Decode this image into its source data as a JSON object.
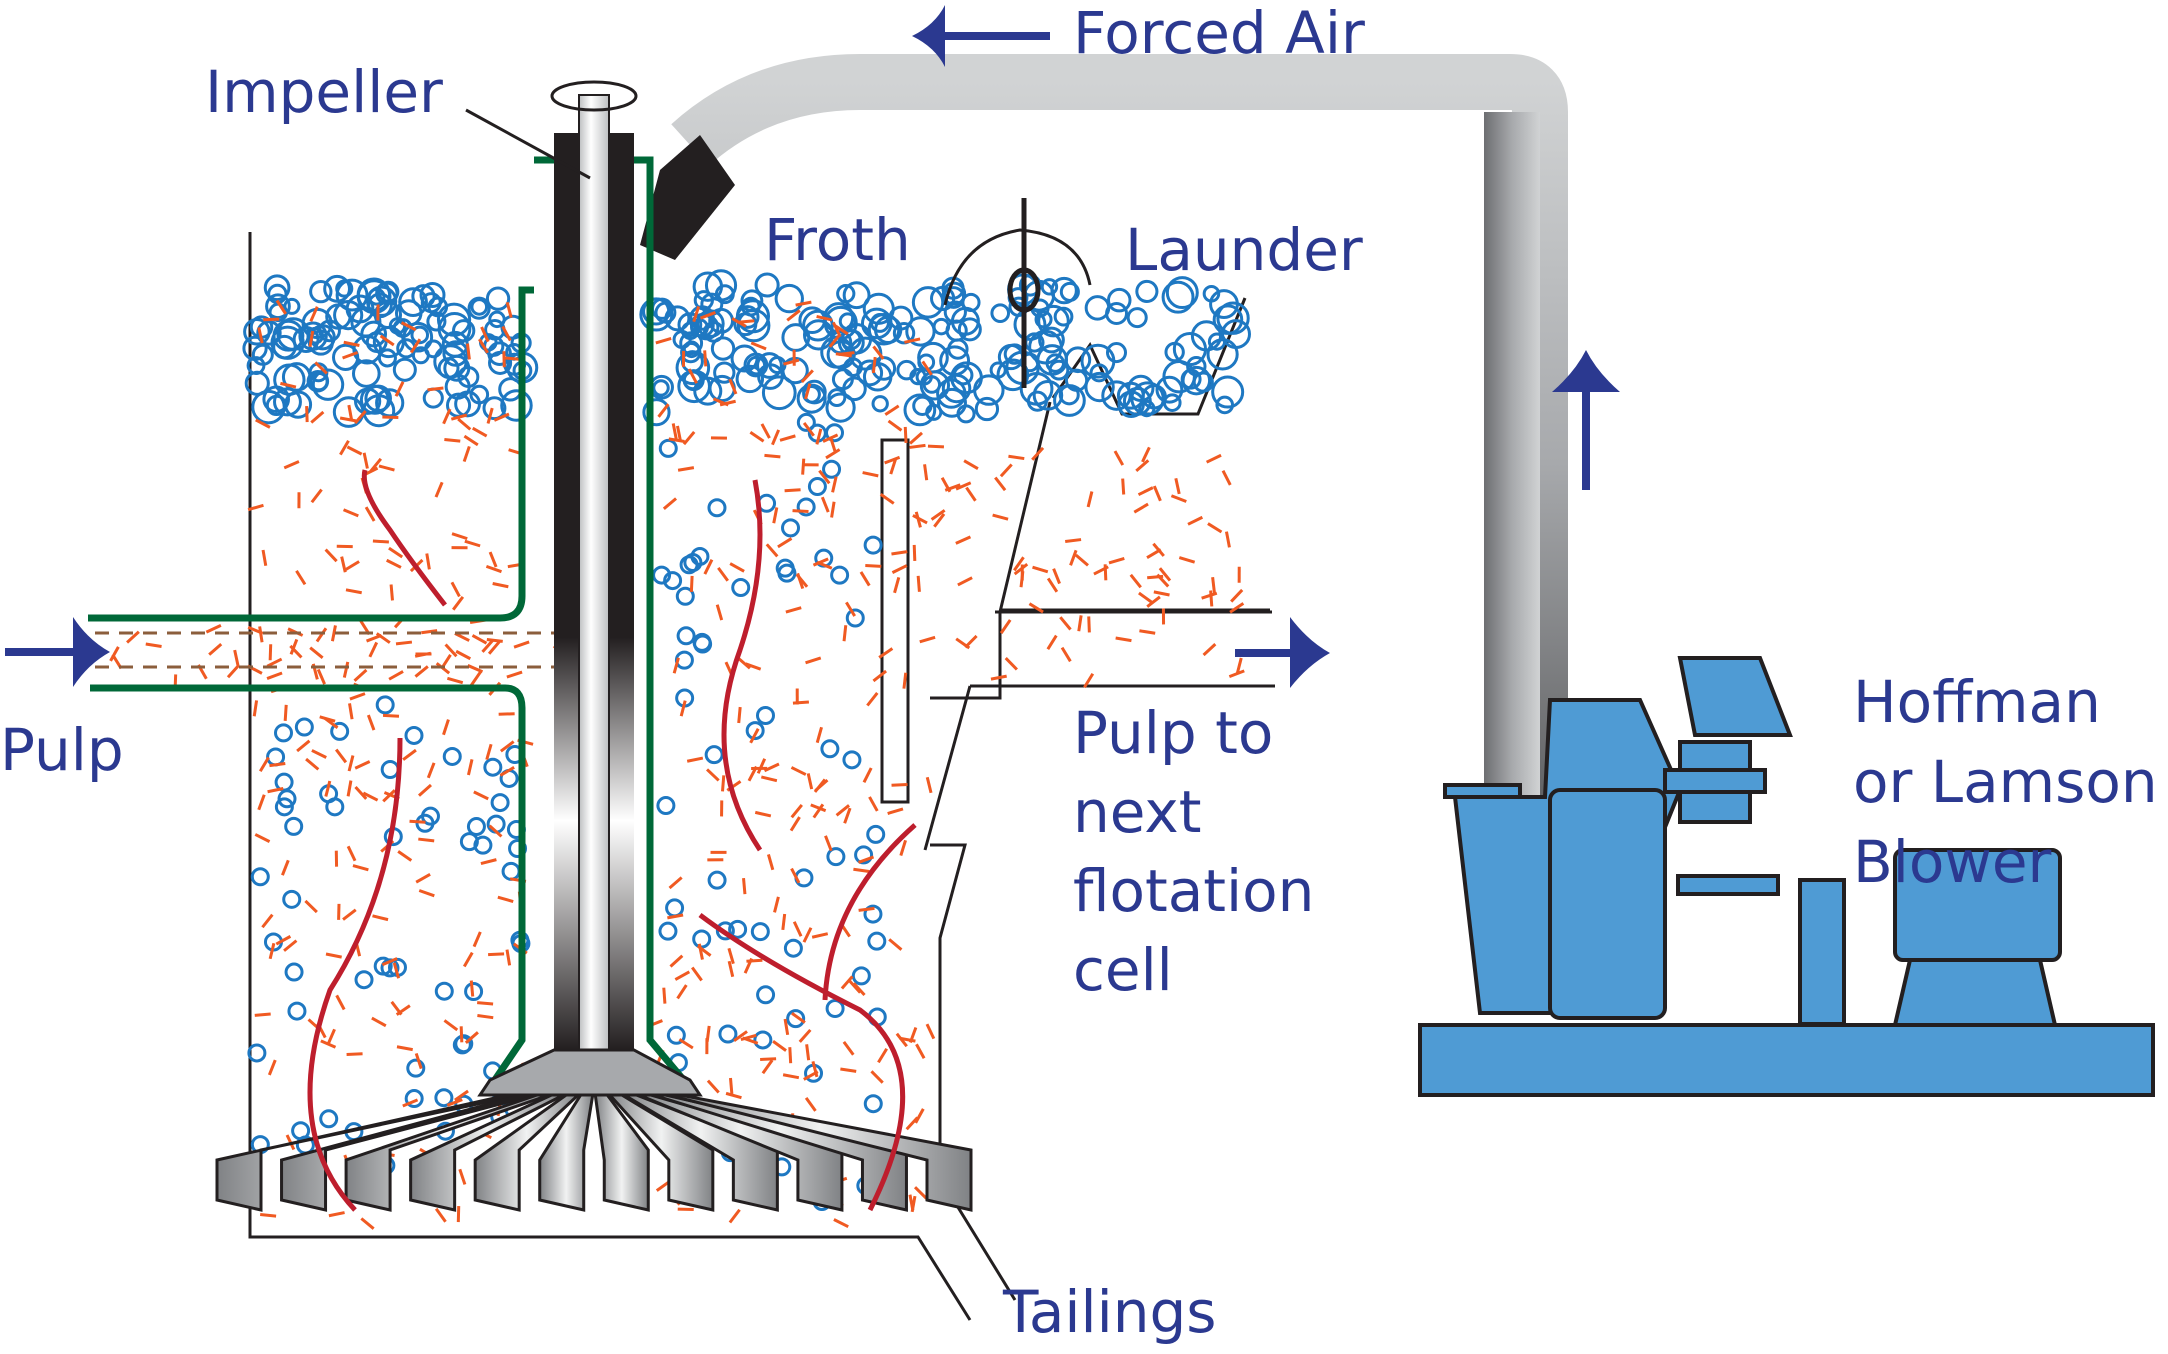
{
  "diagram": {
    "title": "Flotation cell with forced air blower",
    "colors": {
      "label": "#2b3990",
      "bubble": "#1e78c2",
      "particle": "#f05a22",
      "mineral_dot": "#00934a",
      "flow_arrow": "#be1e2d",
      "standpipe": "#006838",
      "blower": "#4f9bd4",
      "outline": "#231f20"
    },
    "labels": {
      "impeller": "Impeller",
      "forced_air": "Forced Air",
      "froth": "Froth",
      "launder": "Launder",
      "pulp_in": "Pulp",
      "pulp_out": [
        "Pulp to",
        "next",
        "flotation",
        "cell"
      ],
      "blower": [
        "Hoffman",
        "or Lamson",
        "Blower"
      ],
      "tailings": "Tailings"
    },
    "arrows": [
      {
        "id": "forced-air-arrow",
        "direction": "left"
      },
      {
        "id": "air-up-arrow",
        "direction": "up"
      },
      {
        "id": "pulp-in-arrow",
        "direction": "right"
      },
      {
        "id": "pulp-out-arrow",
        "direction": "right"
      }
    ]
  }
}
